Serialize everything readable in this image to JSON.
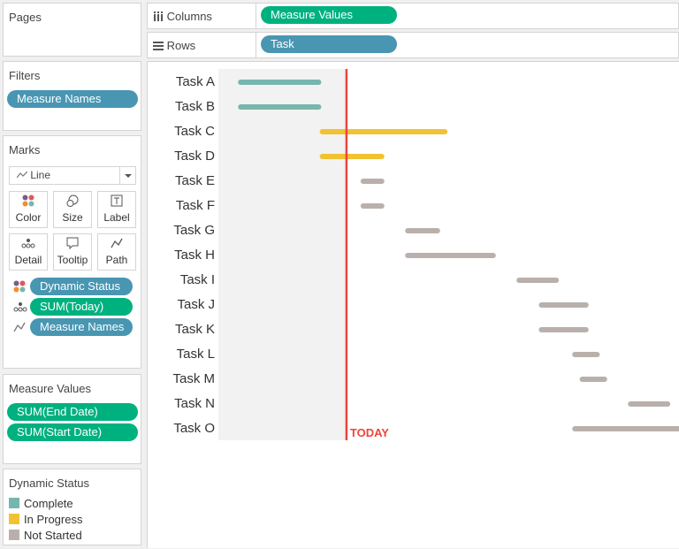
{
  "pages": {
    "title": "Pages"
  },
  "shelves": {
    "columns_label": "Columns",
    "columns_pill": "Measure Values",
    "rows_label": "Rows",
    "rows_pill": "Task"
  },
  "filters": {
    "title": "Filters",
    "items": [
      "Measure Names"
    ]
  },
  "marks": {
    "title": "Marks",
    "mark_type": "Line",
    "buttons": [
      "Color",
      "Size",
      "Label",
      "Detail",
      "Tooltip",
      "Path"
    ],
    "fields": [
      {
        "icon": "color-icon",
        "label": "Dynamic Status"
      },
      {
        "icon": "detail-icon",
        "label": "SUM(Today)"
      },
      {
        "icon": "path-icon",
        "label": "Measure Names"
      }
    ]
  },
  "measure_values": {
    "title": "Measure Values",
    "items": [
      "SUM(End Date)",
      "SUM(Start Date)"
    ]
  },
  "legend": {
    "title": "Dynamic Status",
    "items": [
      {
        "label": "Complete",
        "color": "#76b7ad"
      },
      {
        "label": "In Progress",
        "color": "#f1c232"
      },
      {
        "label": "Not Started",
        "color": "#bab0ab"
      }
    ]
  },
  "chart_data": {
    "type": "gantt",
    "categories": [
      "Task A",
      "Task B",
      "Task C",
      "Task D",
      "Task E",
      "Task F",
      "Task G",
      "Task H",
      "Task I",
      "Task J",
      "Task K",
      "Task L",
      "Task M",
      "Task N",
      "Task O"
    ],
    "start": [
      6,
      6,
      28,
      28,
      39,
      39,
      51,
      51,
      81,
      87,
      87,
      96,
      98,
      111,
      96
    ],
    "end": [
      27,
      27,
      61,
      44,
      44,
      44,
      59,
      74,
      91,
      99,
      99,
      102,
      104,
      121,
      127
    ],
    "status": [
      "Complete",
      "Complete",
      "In Progress",
      "In Progress",
      "Not Started",
      "Not Started",
      "Not Started",
      "Not Started",
      "Not Started",
      "Not Started",
      "Not Started",
      "Not Started",
      "Not Started",
      "Not Started",
      "Not Started"
    ],
    "today": 34.5,
    "today_label": "TODAY",
    "today_color": "#f0433a",
    "xlim": [
      0,
      130
    ],
    "grid": false
  }
}
